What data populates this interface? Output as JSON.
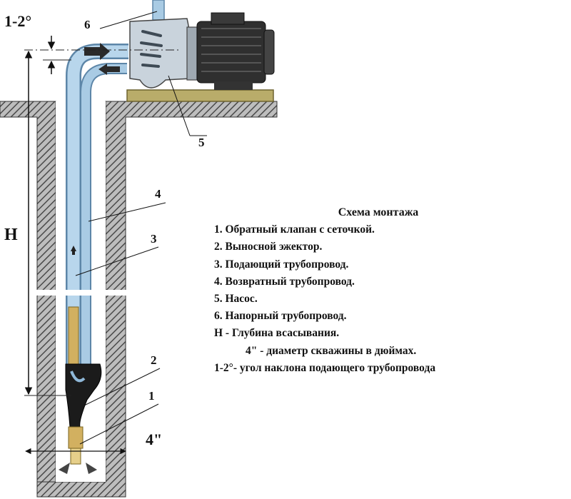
{
  "diagram": {
    "angle_label": "1-2°",
    "depth_label": "H",
    "diameter_label": "4\"",
    "callouts": [
      "1",
      "2",
      "3",
      "4",
      "5",
      "6"
    ]
  },
  "legend": {
    "title": "Схема монтажа",
    "items": [
      "1. Обратный клапан с сеточкой.",
      "2. Выносной эжектор.",
      "3. Подающий трубопровод.",
      "4. Возвратный трубопровод.",
      "5. Насос.",
      "6. Напорный трубопровод.",
      "Н - Глубина всасывания.",
      "4\" - диаметр скважины в дюймах.",
      "1-2°- угол наклона подающего трубопровода"
    ]
  },
  "colors": {
    "pipe": "#a9cbe4",
    "pipe_edge": "#5d86a8",
    "ground": "#6e6e6e",
    "pump_body": "#c9d3dc",
    "motor": "#2f2f2f",
    "base": "#b9ac6a",
    "brass": "#d2b060"
  }
}
